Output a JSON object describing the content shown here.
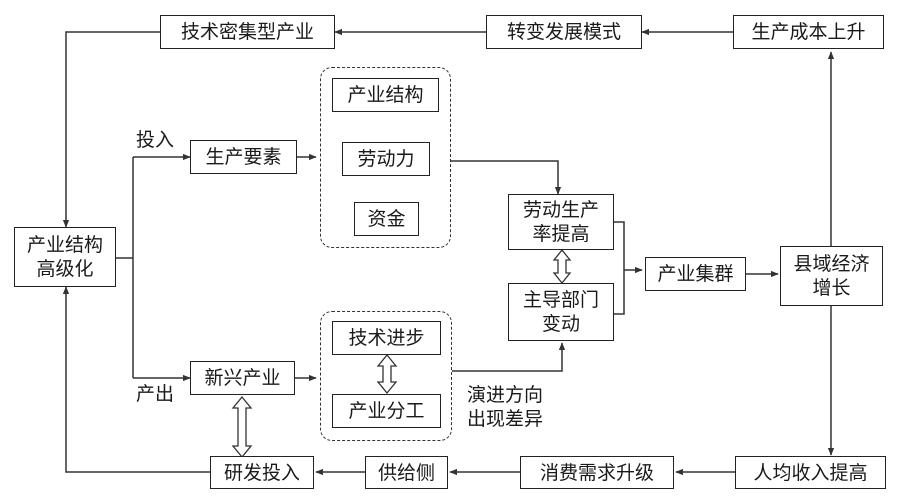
{
  "nodes": {
    "tech_intensive": "技术密集型产业",
    "transform_mode": "转变发展模式",
    "cost_rise": "生产成本上升",
    "industrial_structure": "产业结构",
    "labor": "劳动力",
    "capital": "资金",
    "production_factors": "生产要素",
    "upgrade": "产业结构\n高级化",
    "labor_productivity": "劳动生产\n率提高",
    "leading_sector": "主导部门\n变动",
    "cluster": "产业集群",
    "county_growth": "县域经济\n增长",
    "tech_progress": "技术进步",
    "division": "产业分工",
    "emerging": "新兴产业",
    "rnd": "研发投入",
    "supply_side": "供给侧",
    "consumption_upgrade": "消费需求升级",
    "income_rise": "人均收入提高"
  },
  "labels": {
    "input": "投入",
    "output": "产出",
    "evolution": "演进方向\n出现差异"
  }
}
